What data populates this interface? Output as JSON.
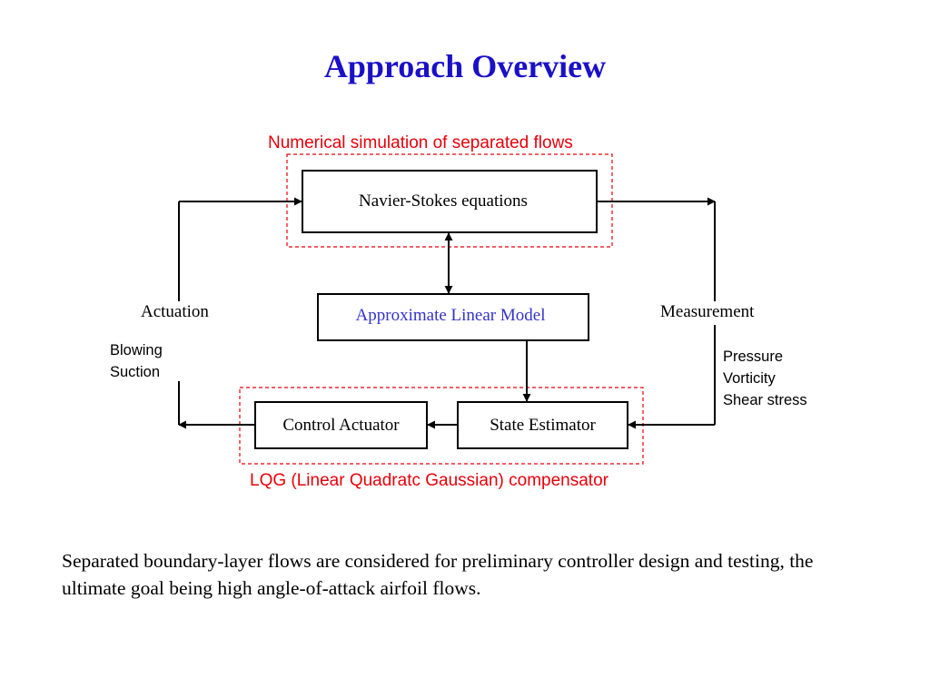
{
  "title": "Approach Overview",
  "diagram": {
    "top_group_label": "Numerical simulation of separated flows",
    "bottom_group_label": "LQG (Linear Quadratc Gaussian) compensator",
    "boxes": {
      "navier_stokes": "Navier-Stokes equations",
      "linear_model": "Approximate Linear Model",
      "control_actuator": "Control Actuator",
      "state_estimator": "State Estimator"
    },
    "actuation": {
      "label": "Actuation",
      "items": [
        "Blowing",
        "Suction"
      ]
    },
    "measurement": {
      "label": "Measurement",
      "items": [
        "Pressure",
        "Vorticity",
        "Shear stress"
      ]
    }
  },
  "paragraph": "Separated boundary-layer flows are considered for preliminary controller design and testing, the ultimate goal being high angle-of-attack airfoil flows.",
  "colors": {
    "title": "#1a10c8",
    "group_label": "#e8000b",
    "dashed_border": "#e8000b",
    "linear_model_text": "#3333cc"
  }
}
